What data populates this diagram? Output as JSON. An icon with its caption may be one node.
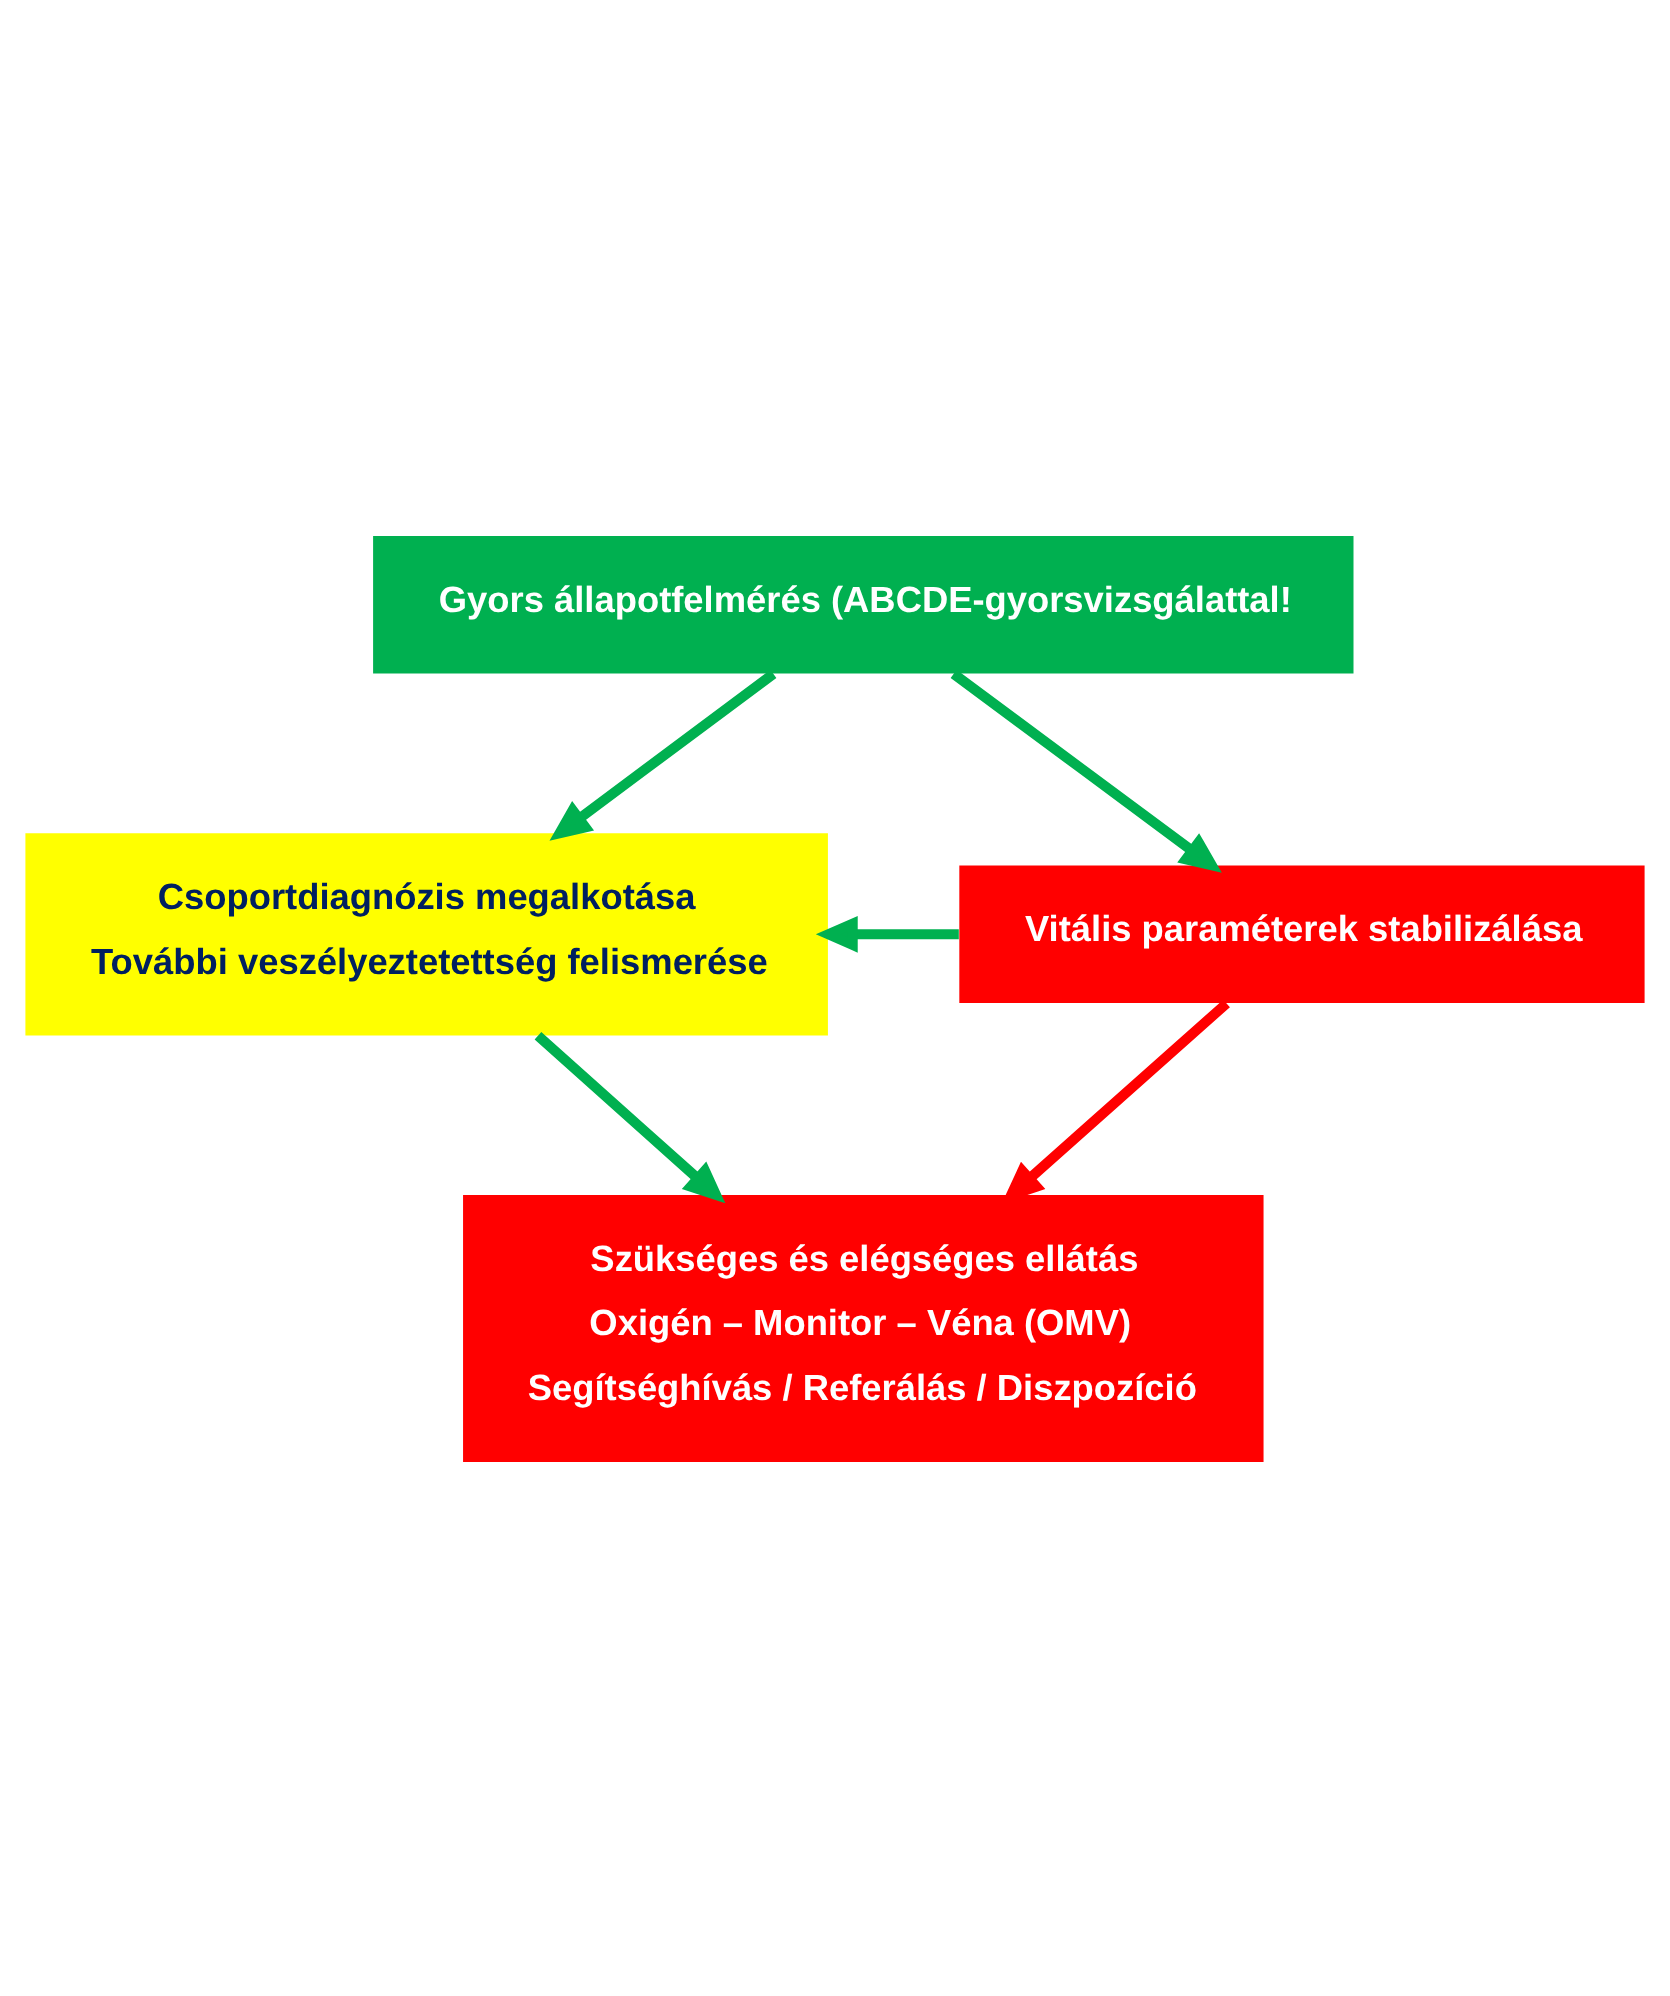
{
  "diagram": {
    "nodes": [
      {
        "text": [
          "Gyors állapotfelmérés (ABCDE-gyorsvizsgálattal!"
        ]
      },
      {
        "text": [
          "Csoportdiagnózis megalkotása",
          "További veszélyeztetettség felismerése"
        ]
      },
      {
        "text": [
          "Vitális paraméterek stabilizálása"
        ]
      },
      {
        "text": [
          "Szükséges és elégséges ellátás",
          "Oxigén – Monitor – Véna (OMV)",
          "Segítséghívás / Referálás / Diszpozíció"
        ]
      }
    ],
    "edges": [
      {
        "from": 0,
        "to": 1,
        "arrow": "to"
      },
      {
        "from": 0,
        "to": 2,
        "arrow": "to"
      },
      {
        "from": 2,
        "to": 1,
        "arrow": "to"
      },
      {
        "from": 1,
        "to": 3,
        "arrow": "to"
      },
      {
        "from": 2,
        "to": 3,
        "arrow": "to",
        "color": "#ff0000"
      }
    ]
  }
}
